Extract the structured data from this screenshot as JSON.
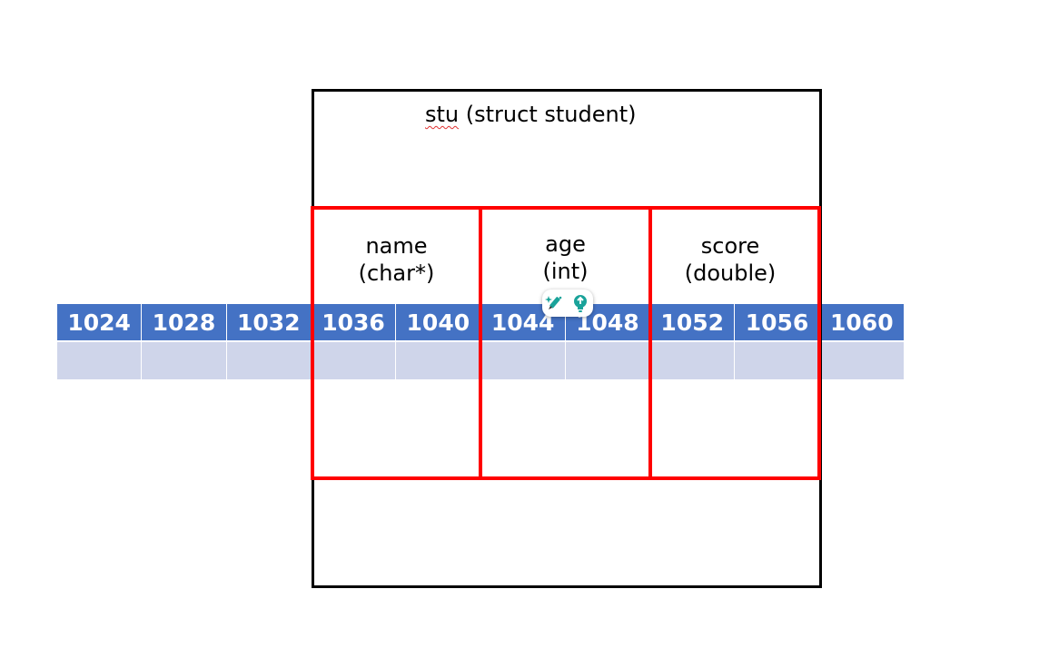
{
  "memory": {
    "addresses": [
      "1024",
      "1028",
      "1032",
      "1036",
      "1040",
      "1044",
      "1048",
      "1052",
      "1056",
      "1060"
    ]
  },
  "struct": {
    "var_name": "stu",
    "type_text": "(struct student)"
  },
  "fields": [
    {
      "name": "name",
      "type": "(char*)"
    },
    {
      "name": "age",
      "type": "(int)"
    },
    {
      "name": "score",
      "type": "(double)"
    }
  ],
  "colors": {
    "header": "#4472c4",
    "row": "#cfd5ea",
    "field_border": "#ff0000",
    "struct_border": "#000000"
  },
  "toolbar": {
    "icons": [
      "sparkle-pencil-icon",
      "lightbulb-icon"
    ]
  }
}
